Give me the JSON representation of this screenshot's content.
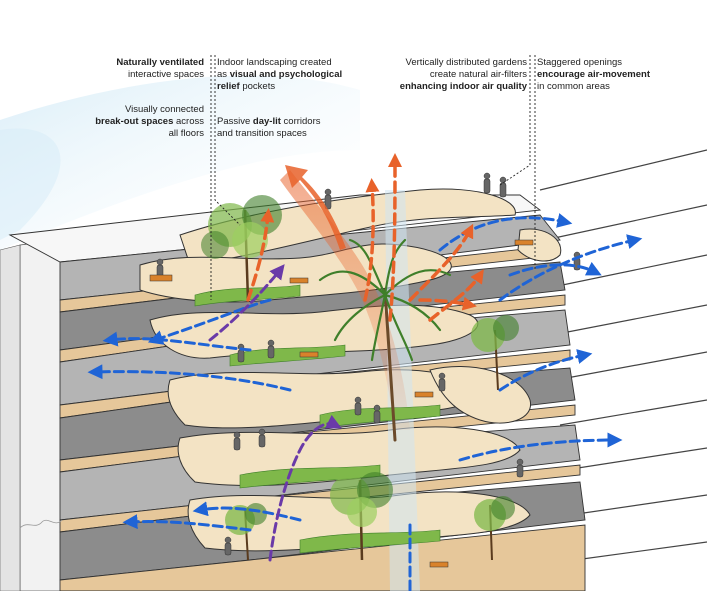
{
  "annotations": [
    {
      "id": "ventilated",
      "parts": [
        {
          "b": true,
          "t": "Naturally ventilated"
        },
        {
          "br": true
        },
        {
          "t": "interactive spaces"
        }
      ]
    },
    {
      "id": "breakout",
      "parts": [
        {
          "t": "Visually connected"
        },
        {
          "br": true
        },
        {
          "b": true,
          "t": "break-out spaces"
        },
        {
          "t": " across"
        },
        {
          "br": true
        },
        {
          "t": "all floors"
        }
      ]
    },
    {
      "id": "landscaping",
      "parts": [
        {
          "t": "Indoor landscaping created"
        },
        {
          "br": true
        },
        {
          "t": "as "
        },
        {
          "b": true,
          "t": "visual and psychological"
        },
        {
          "br": true
        },
        {
          "b": true,
          "t": "relief"
        },
        {
          "t": " pockets"
        }
      ]
    },
    {
      "id": "daylit",
      "parts": [
        {
          "t": "Passive "
        },
        {
          "b": true,
          "t": "day-lit"
        },
        {
          "t": " corridors"
        },
        {
          "br": true
        },
        {
          "t": "and transition spaces"
        }
      ]
    },
    {
      "id": "gardens",
      "parts": [
        {
          "t": "Vertically distributed gardens"
        },
        {
          "br": true
        },
        {
          "t": "create natural air-filters"
        },
        {
          "br": true
        },
        {
          "b": true,
          "t": "enhancing indoor air quality"
        }
      ]
    },
    {
      "id": "openings",
      "parts": [
        {
          "t": "Staggered openings"
        },
        {
          "br": true
        },
        {
          "b": true,
          "t": "encourage air-movement"
        },
        {
          "br": true
        },
        {
          "t": "in common areas"
        }
      ]
    }
  ],
  "colors": {
    "sky": "#d6ecf7",
    "slab_face": "#e6c79a",
    "slab_top": "#f3e3c4",
    "floor_dark": "#8c8c8c",
    "floor_mid": "#b4b4b4",
    "green_dark": "#3f7f2a",
    "green_light": "#7fb84a",
    "air_blue": "#1f64d6",
    "air_purple": "#6a3aa8",
    "air_orange": "#e8622a",
    "outline": "#333333"
  },
  "icons": [
    "airflow-arrow-icon",
    "hot-air-arrow-icon",
    "tree-icon",
    "palm-icon",
    "person-icon",
    "bench-icon"
  ]
}
